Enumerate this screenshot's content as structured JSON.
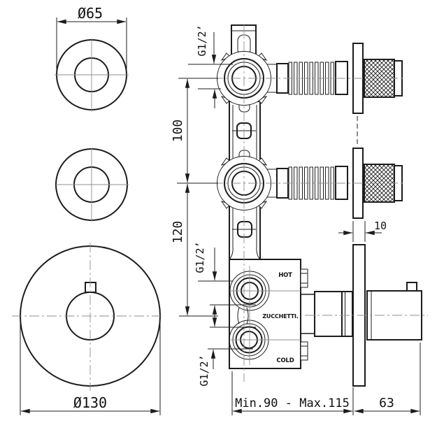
{
  "drawing": {
    "background_color": "#ffffff",
    "line_color": "#1c1c1c",
    "centerline_color": "#8f8f8f",
    "front_view": {
      "small_plate_diameter_label": "Ø65",
      "large_plate_diameter_label": "Ø130"
    },
    "side_view": {
      "top_inlet_thread_label": "G1/2’",
      "hot_inlet_thread_label": "G1/2’",
      "cold_inlet_thread_label": "G1/2’",
      "port_spacing_label": "100",
      "body_offset_label": "120",
      "wall_plate_thickness_label": "10",
      "installation_depth_label": "Min.90 - Max.115",
      "handle_projection_label": "63",
      "hot_port_label": "HOT",
      "cold_port_label": "COLD",
      "brand_label": "ZUCCHETTI."
    }
  }
}
